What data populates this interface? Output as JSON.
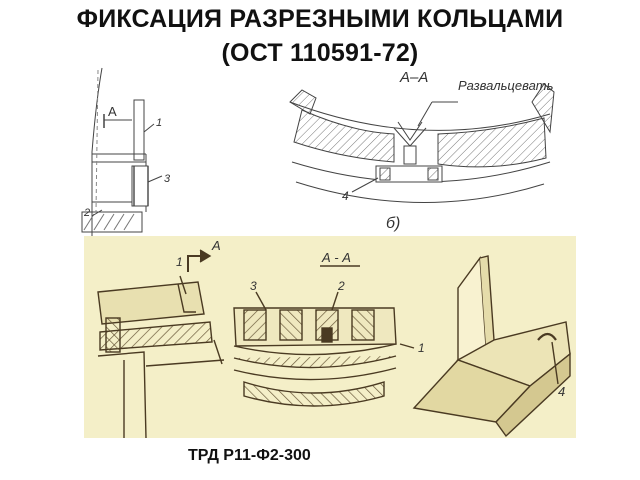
{
  "header": {
    "title_line1": "ФИКСАЦИЯ РАЗРЕЗНЫМИ КОЛЬЦАМИ",
    "title_line2": "(ОСТ 110591-72)"
  },
  "left_figure": {
    "section_marks": [
      "А",
      "А"
    ],
    "callouts": [
      "1",
      "2",
      "3"
    ]
  },
  "right_figure": {
    "section_label": "А–А",
    "note": "Развальцевать",
    "callouts": [
      "4"
    ],
    "variant_label": "б)"
  },
  "photo": {
    "section_label": "А - А",
    "arrow_label": "А",
    "callouts": [
      "1",
      "3",
      "2",
      "1",
      "4"
    ]
  },
  "caption": "ТРД Р11-Ф2-300",
  "colors": {
    "paper": "#f4efc8",
    "ink": "#4a3a22",
    "title": "#111111"
  }
}
